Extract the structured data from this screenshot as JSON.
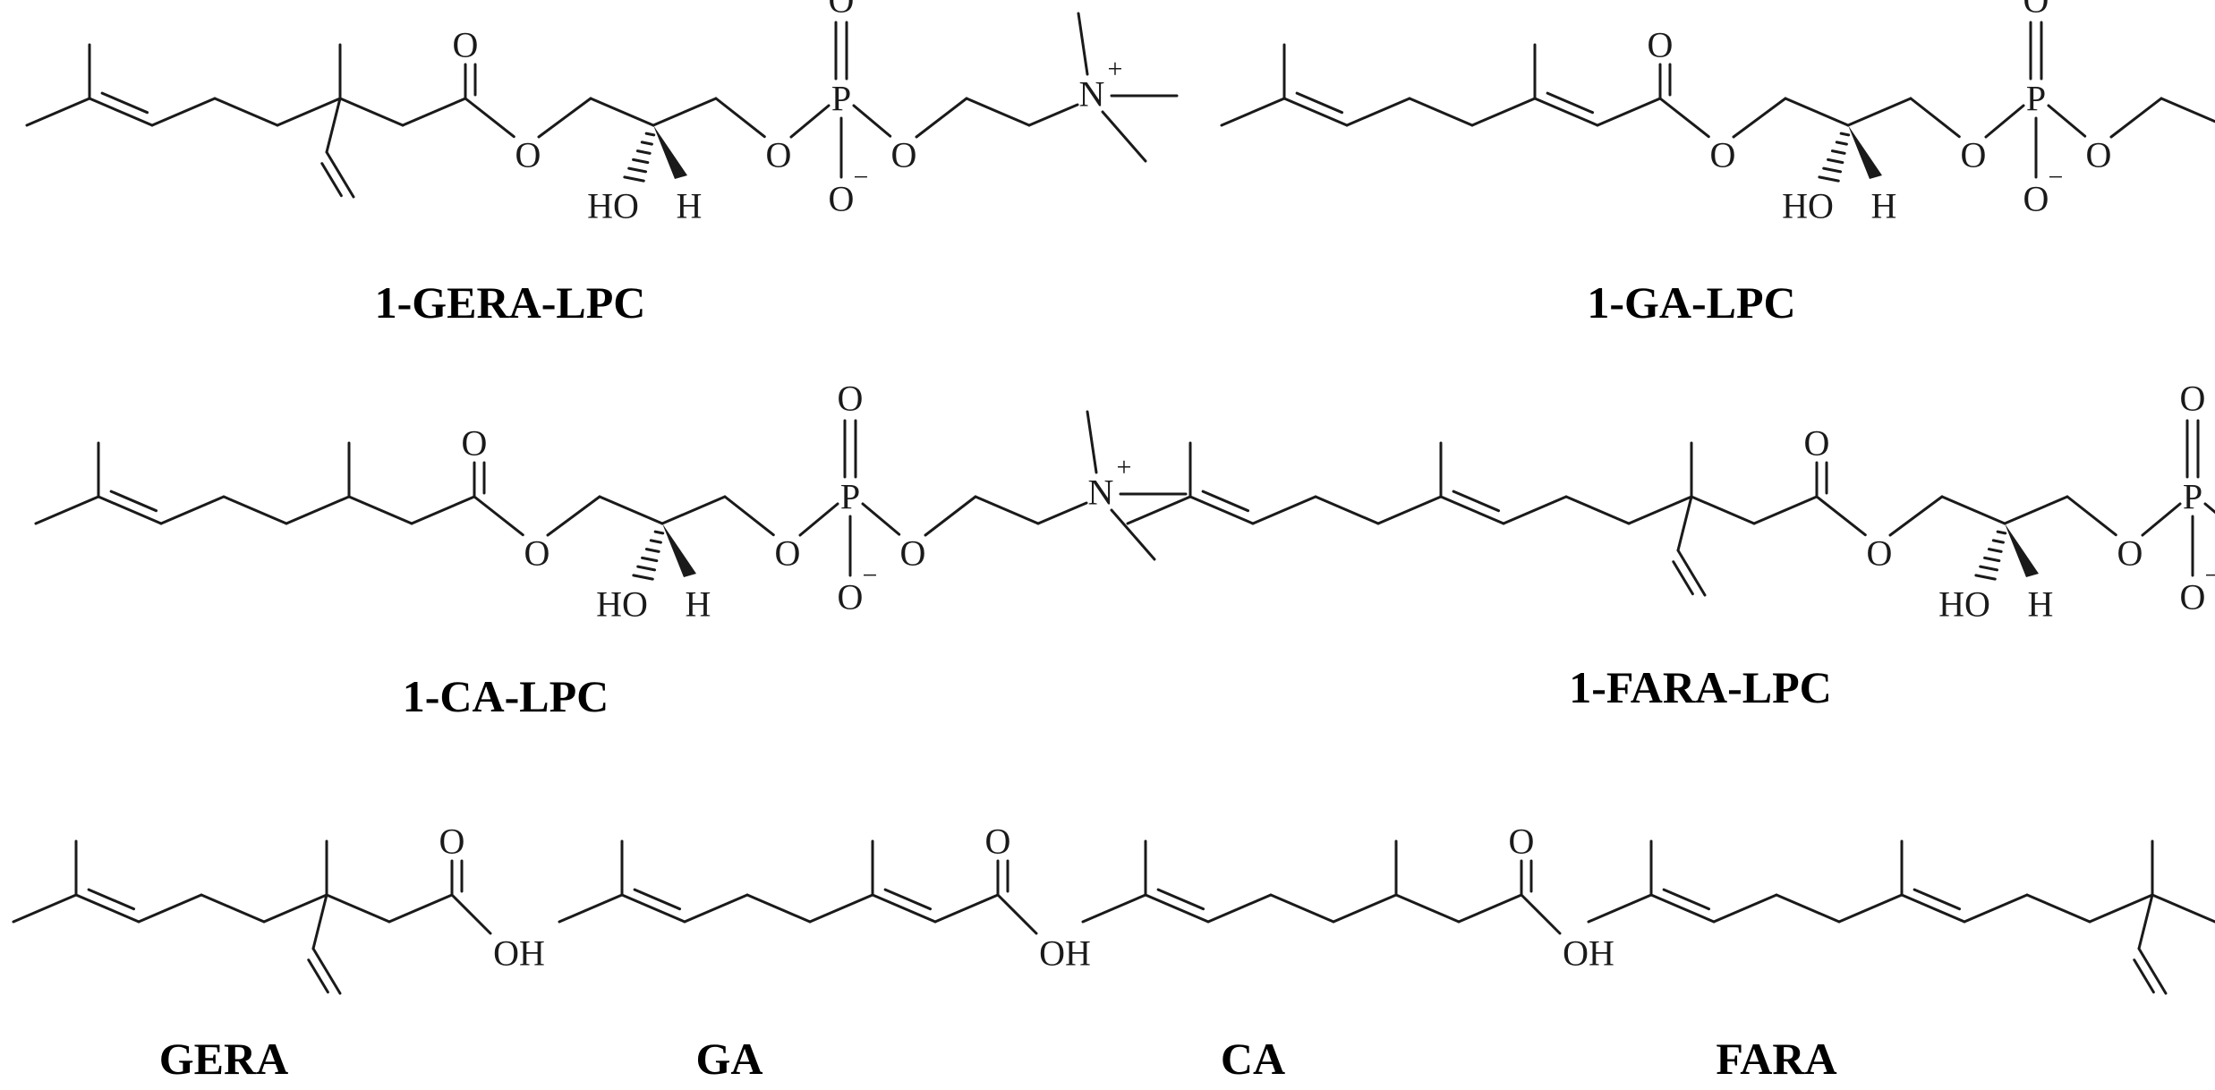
{
  "figure": {
    "molecules": [
      {
        "id": "gera_lpc",
        "name": "1-GERA-LPC",
        "kind": "lpc",
        "acyl": "gera"
      },
      {
        "id": "ga_lpc",
        "name": "1-GA-LPC",
        "kind": "lpc",
        "acyl": "ga"
      },
      {
        "id": "ca_lpc",
        "name": "1-CA-LPC",
        "kind": "lpc",
        "acyl": "ca"
      },
      {
        "id": "fara_lpc",
        "name": "1-FARA-LPC",
        "kind": "lpc",
        "acyl": "fara"
      },
      {
        "id": "gera",
        "name": "GERA",
        "kind": "acid",
        "acyl": "gera"
      },
      {
        "id": "ga",
        "name": "GA",
        "kind": "acid",
        "acyl": "ga"
      },
      {
        "id": "ca",
        "name": "CA",
        "kind": "acid",
        "acyl": "ca"
      },
      {
        "id": "fara",
        "name": "FARA",
        "kind": "acid",
        "acyl": "fara"
      }
    ],
    "atom_labels": {
      "oxygen": "O",
      "hydroxyl": "HO",
      "acid_hydroxyl": "OH",
      "hydrogen": "H",
      "phosphorus": "P",
      "nitrogen": "N",
      "plus": "+",
      "minus": "−"
    }
  }
}
